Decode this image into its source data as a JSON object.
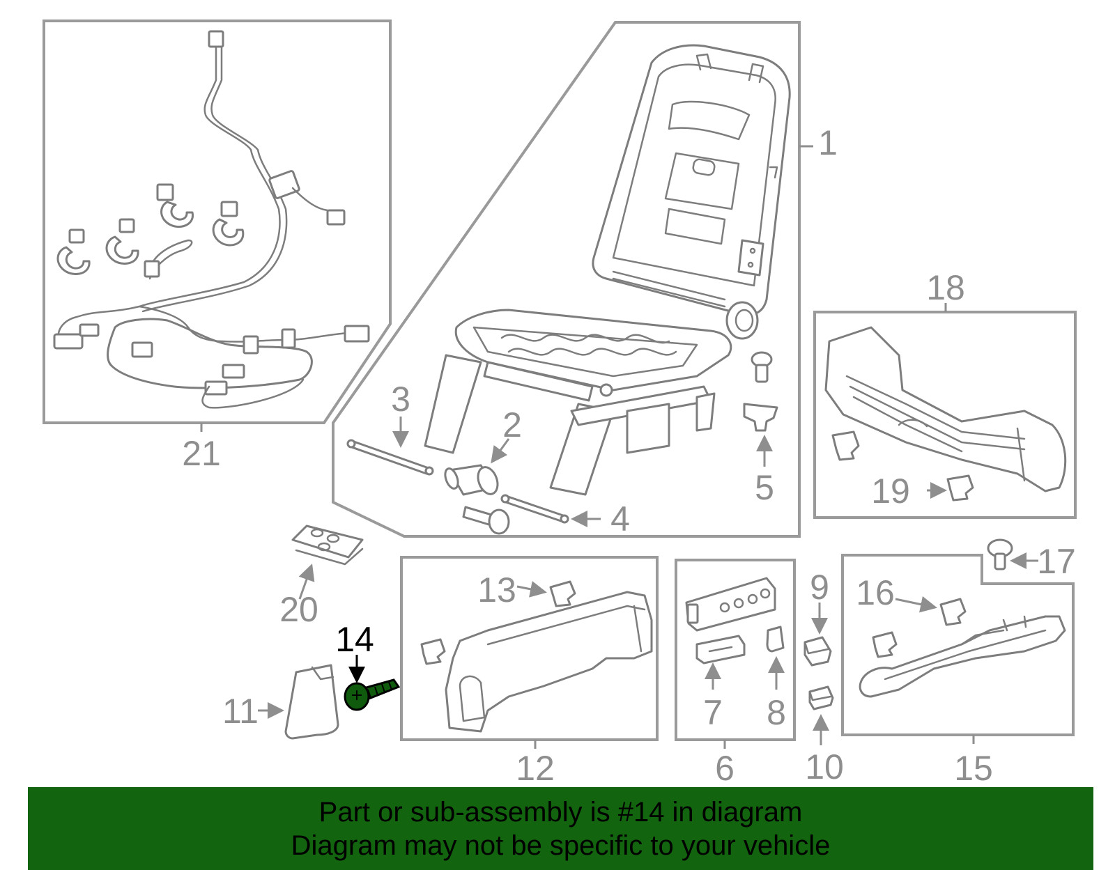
{
  "callouts": {
    "c1": "1",
    "c2": "2",
    "c3": "3",
    "c4": "4",
    "c5": "5",
    "c6": "6",
    "c7": "7",
    "c8": "8",
    "c9": "9",
    "c10": "10",
    "c11": "11",
    "c12": "12",
    "c13": "13",
    "c14": "14",
    "c15": "15",
    "c16": "16",
    "c17": "17",
    "c18": "18",
    "c19": "19",
    "c20": "20",
    "c21": "21"
  },
  "highlighted_part": "14",
  "colors": {
    "banner": "#13640f",
    "highlight": "#000000",
    "line_art": "#8e8e8e"
  },
  "banner": {
    "line1": "Part or sub-assembly is #14 in diagram",
    "line2": "Diagram may not be specific to your vehicle"
  }
}
